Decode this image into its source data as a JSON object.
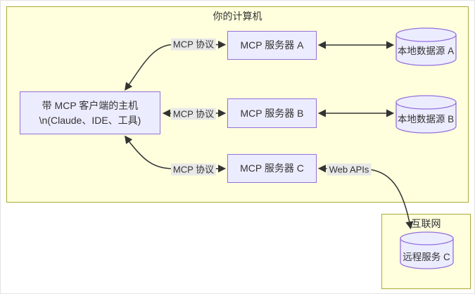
{
  "groups": {
    "computer": {
      "label": "你的计算机"
    },
    "internet": {
      "label": "互联网"
    }
  },
  "nodes": {
    "host": {
      "line1": "带 MCP 客户端的主机",
      "line2": "\\n(Claude、IDE、工具)"
    },
    "server_a": {
      "label": "MCP 服务器 A"
    },
    "server_b": {
      "label": "MCP 服务器 B"
    },
    "server_c": {
      "label": "MCP 服务器 C"
    },
    "datasource_a": {
      "label": "本地数据源 A"
    },
    "datasource_b": {
      "label": "本地数据源 B"
    },
    "remote_service_c": {
      "label": "远程服务 C"
    }
  },
  "edges": {
    "host_server_a": {
      "label": "MCP 协议"
    },
    "host_server_b": {
      "label": "MCP 协议"
    },
    "host_server_c": {
      "label": "MCP 协议"
    },
    "server_c_remote": {
      "label": "Web APIs"
    }
  },
  "colors": {
    "group_fill": "#ffffde",
    "group_border": "#aaaa33",
    "node_fill": "#ececff",
    "node_border": "#9370db",
    "edge_label_bg": "#e8e8e8",
    "edge_line": "#333333",
    "text": "#333333",
    "page_bg": "#ffffff"
  }
}
